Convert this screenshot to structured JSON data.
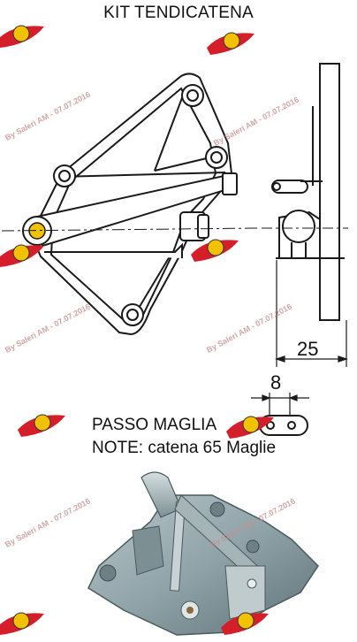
{
  "header": {
    "title": "KIT TENDICATENA"
  },
  "dimensions": {
    "width": "25",
    "link_pitch": "8"
  },
  "notes": {
    "line1": "PASSO MAGLIA",
    "line2": "NOTE: catena 65 Maglie"
  },
  "watermark": {
    "text": "By Saleri AM - 07.07.2016"
  },
  "colors": {
    "line": "#1a1a1a",
    "brand_red": "#d41f2a",
    "brand_yellow": "#f2c200",
    "photo_metal": "#8fa3a8"
  }
}
